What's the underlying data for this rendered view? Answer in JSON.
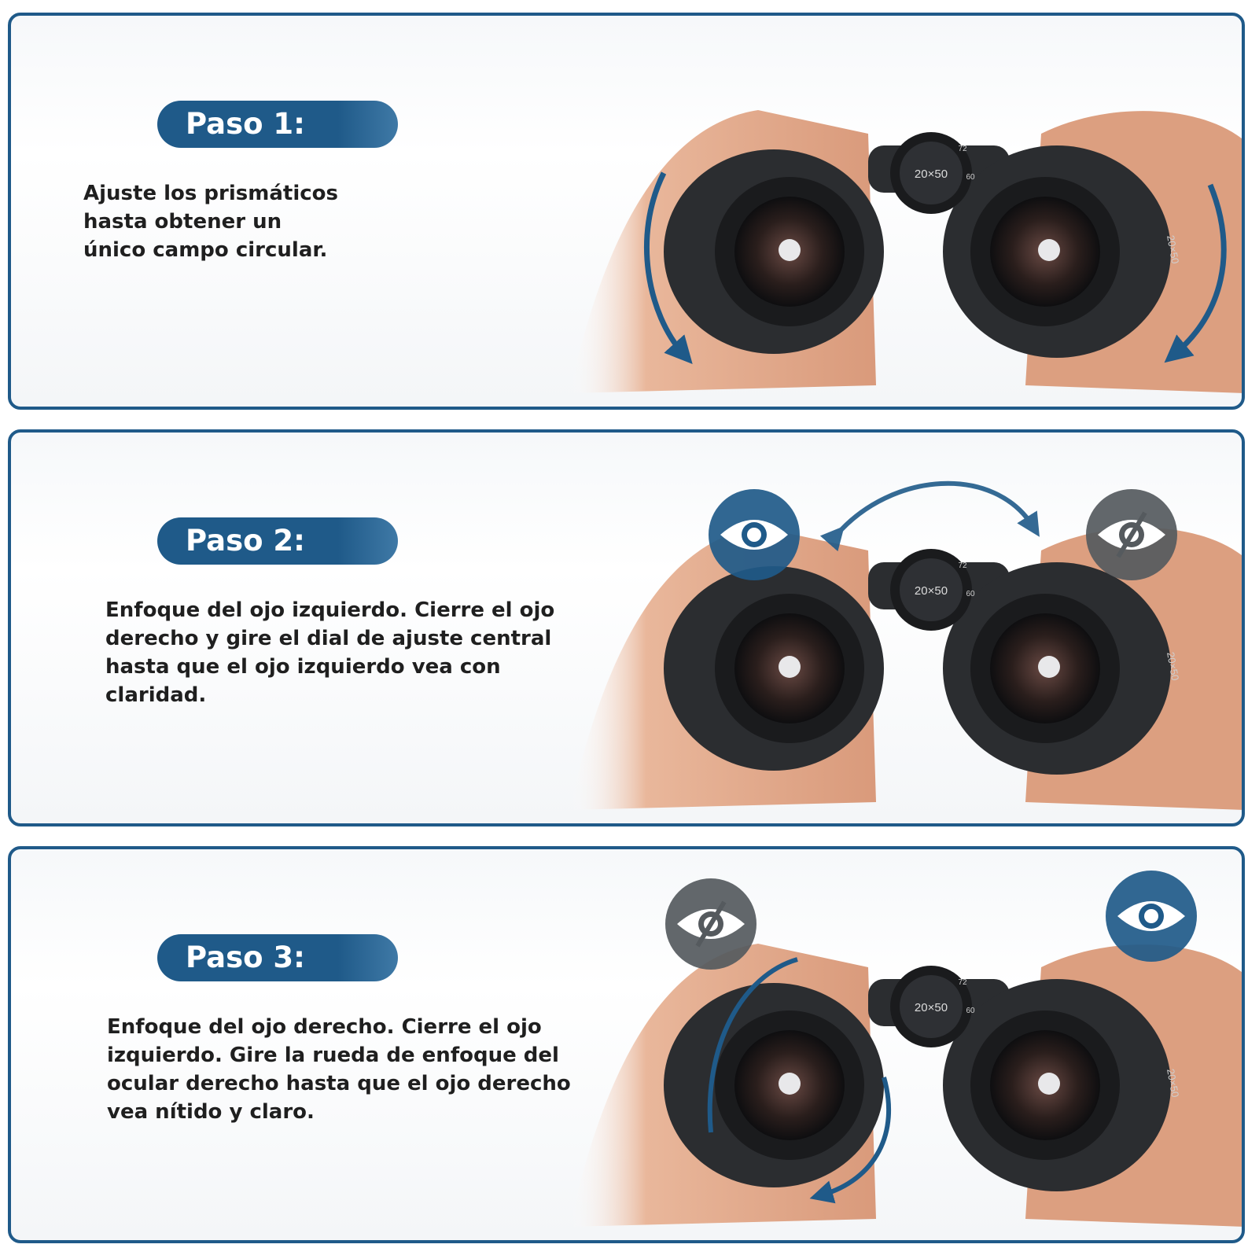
{
  "colors": {
    "accent": "#1f5a89",
    "text": "#1f1f1f",
    "skin": "#e3a98a",
    "binocular": "#2b2d30",
    "eye_closed_badge": "#555a5e"
  },
  "binocular_labels": {
    "dial_model": "20×50",
    "scale_top": "72",
    "scale_bottom": "60",
    "barrel_model": "20×50"
  },
  "steps": [
    {
      "badge": "Paso 1:",
      "text": "Ajuste los prismáticos\nhasta obtener un\núnico campo circular.",
      "icons": [
        "curved-arrow-down-left-icon",
        "curved-arrow-down-right-icon"
      ]
    },
    {
      "badge": "Paso 2:",
      "text": "Enfoque del ojo izquierdo. Cierre el ojo\nderecho y gire el dial de ajuste central\nhasta que el ojo izquierdo vea con\nclaridad.",
      "icons": [
        "eye-open-icon",
        "eye-closed-icon",
        "double-curved-arrow-icon"
      ]
    },
    {
      "badge": "Paso 3:",
      "text": "Enfoque del ojo derecho. Cierre el ojo\nizquierdo. Gire la rueda de enfoque del\nocular derecho hasta que el ojo derecho\nvea nítido y claro.",
      "icons": [
        "eye-closed-icon",
        "eye-open-icon",
        "double-curved-arrow-icon"
      ]
    }
  ]
}
